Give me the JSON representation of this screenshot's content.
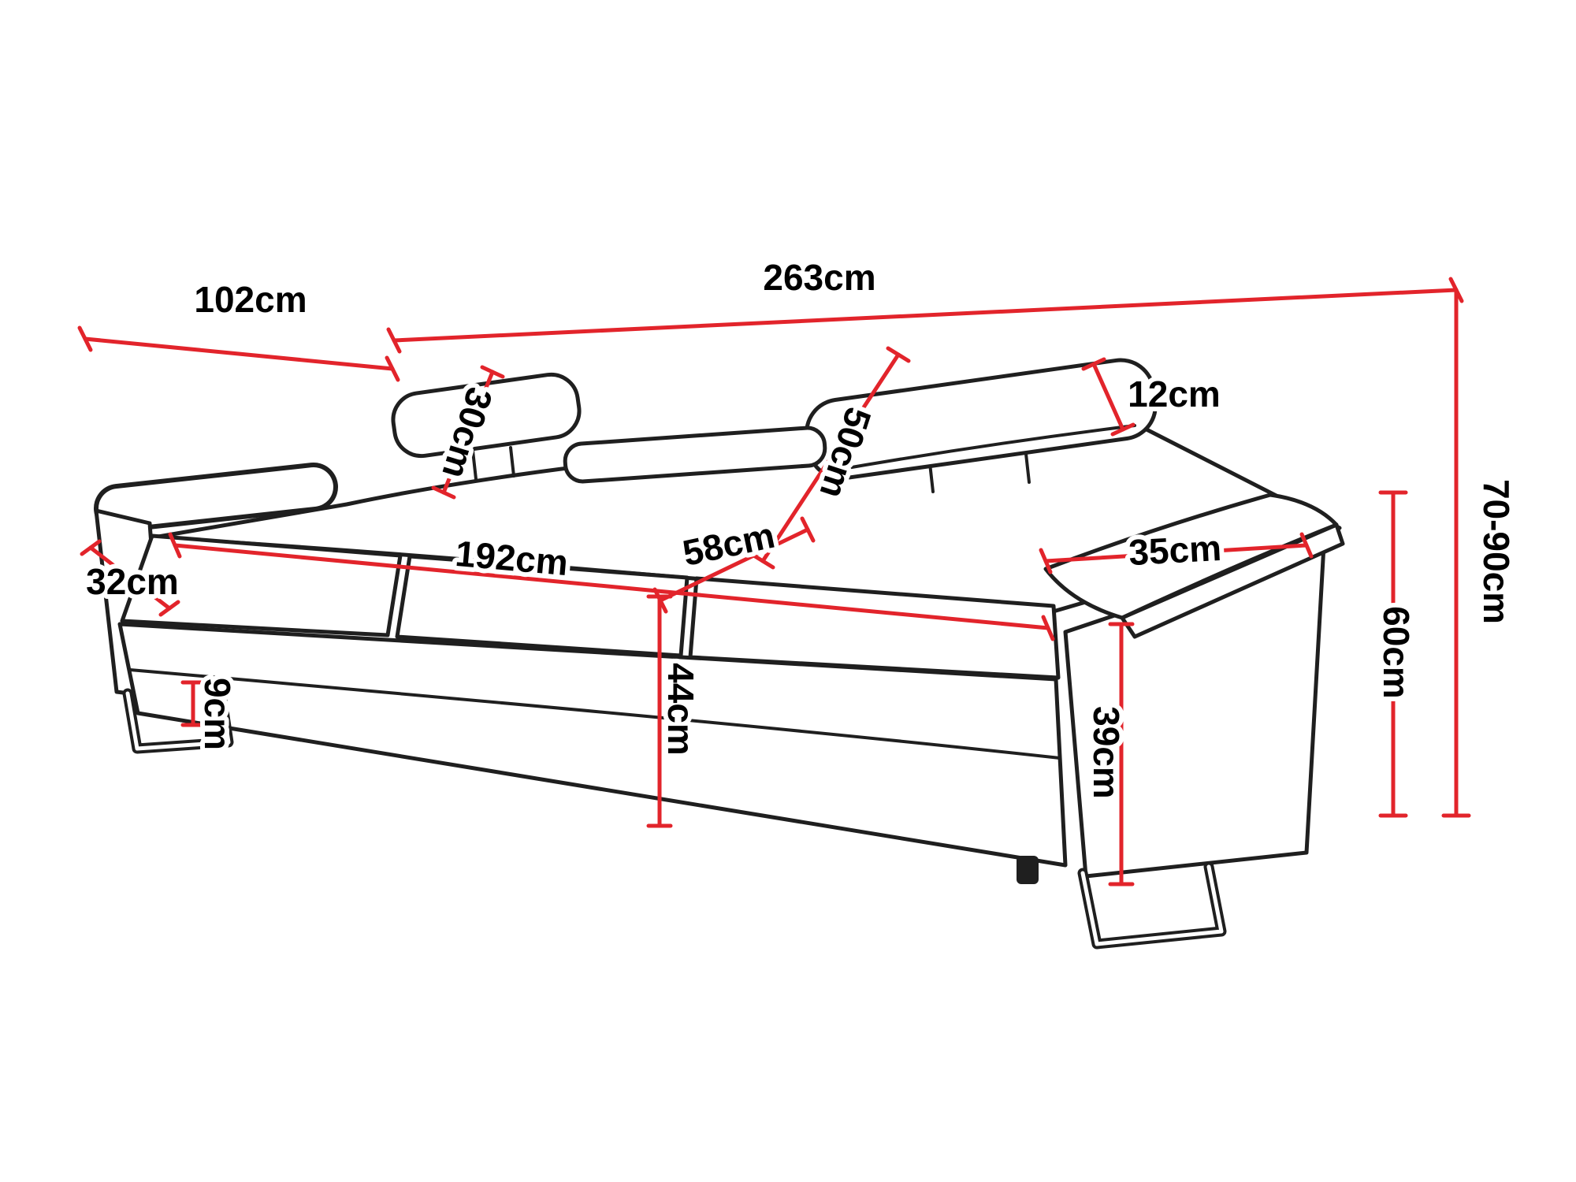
{
  "diagram": {
    "type": "furniture-dimension-diagram",
    "subject": "sofa with adjustable headrests, metal legs and dimension callouts",
    "unit": "cm",
    "colors": {
      "dimension_line": "#e2242b",
      "outline": "#1f1f1f",
      "background": "#ffffff",
      "label_text": "#000000"
    },
    "labels": {
      "overall_width": "263cm",
      "side_depth": "102cm",
      "headrest_height": "30cm",
      "backrest_top_thickness": "12cm",
      "backrest_height": "50cm",
      "seat_length": "192cm",
      "seat_depth": "58cm",
      "armrest_top_width": "35cm",
      "left_armrest_width": "32cm",
      "seat_height": "44cm",
      "leg_height": "9cm",
      "armrest_height": "39cm",
      "arm_side_height": "60cm",
      "total_height_range": "70-90cm"
    }
  }
}
